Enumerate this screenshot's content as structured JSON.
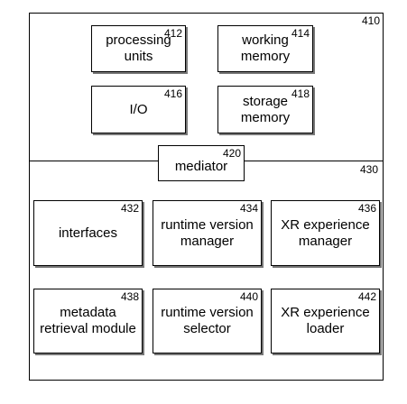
{
  "upper_frame": {
    "ref": "410"
  },
  "lower_frame": {
    "ref": "430"
  },
  "components": {
    "processing_units": {
      "ref": "412",
      "label": "processing\nunits"
    },
    "working_memory": {
      "ref": "414",
      "label": "working\nmemory"
    },
    "io": {
      "ref": "416",
      "label": "I/O"
    },
    "storage_memory": {
      "ref": "418",
      "label": "storage\nmemory"
    },
    "mediator": {
      "ref": "420",
      "label": "mediator"
    },
    "interfaces": {
      "ref": "432",
      "label": "interfaces"
    },
    "runtime_version_manager": {
      "ref": "434",
      "label": "runtime version\nmanager"
    },
    "xr_experience_manager": {
      "ref": "436",
      "label": "XR experience\nmanager"
    },
    "metadata_retrieval_module": {
      "ref": "438",
      "label": "metadata\nretrieval module"
    },
    "runtime_version_selector": {
      "ref": "440",
      "label": "runtime version\nselector"
    },
    "xr_experience_loader": {
      "ref": "442",
      "label": "XR experience\nloader"
    }
  }
}
